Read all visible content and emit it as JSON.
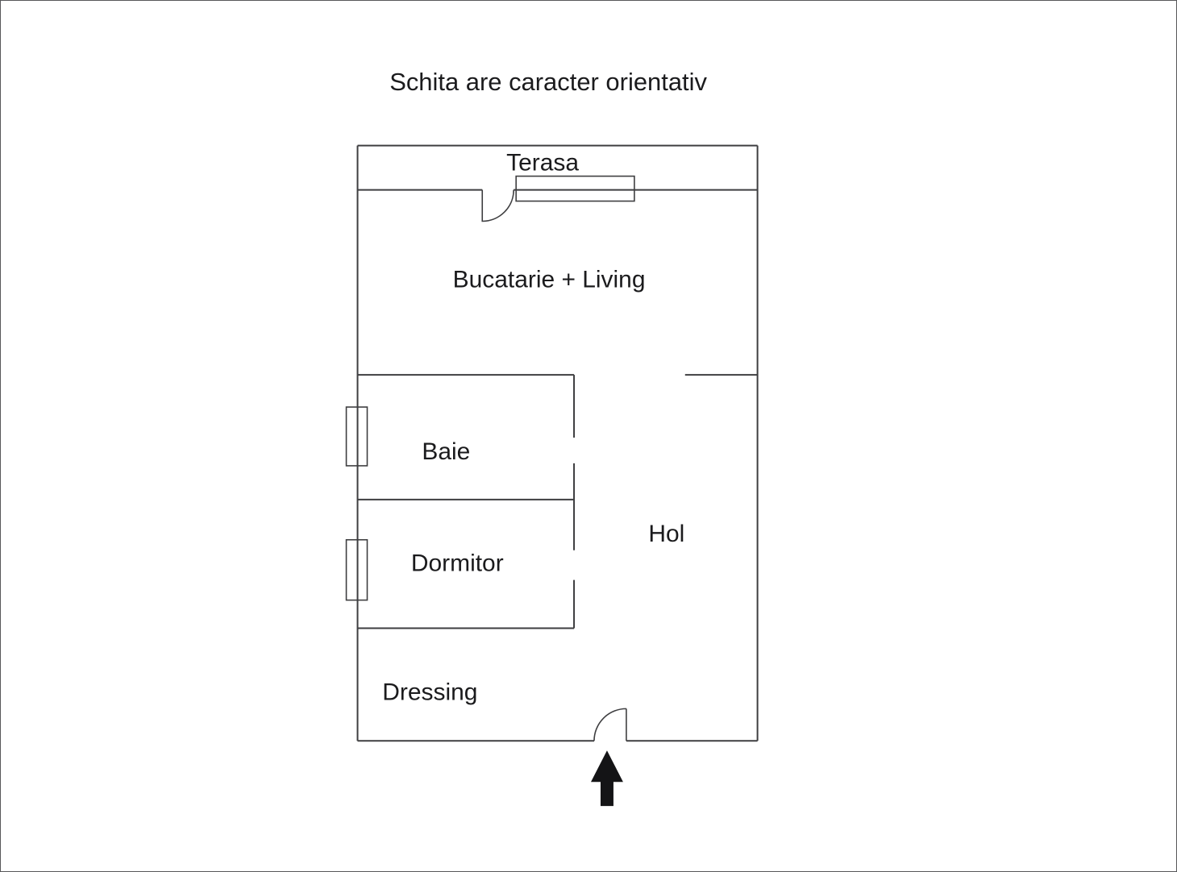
{
  "title": "Schita are caracter orientativ",
  "rooms": {
    "terasa": "Terasa",
    "bucatarie_living": "Bucatarie + Living",
    "baie": "Baie",
    "dormitor": "Dormitor",
    "hol": "Hol",
    "dressing": "Dressing"
  },
  "colors": {
    "background": "#ffffff",
    "page_border": "#58585a",
    "wall": "#3e3e40",
    "text": "#1b1b1d",
    "arrow": "#141416"
  }
}
